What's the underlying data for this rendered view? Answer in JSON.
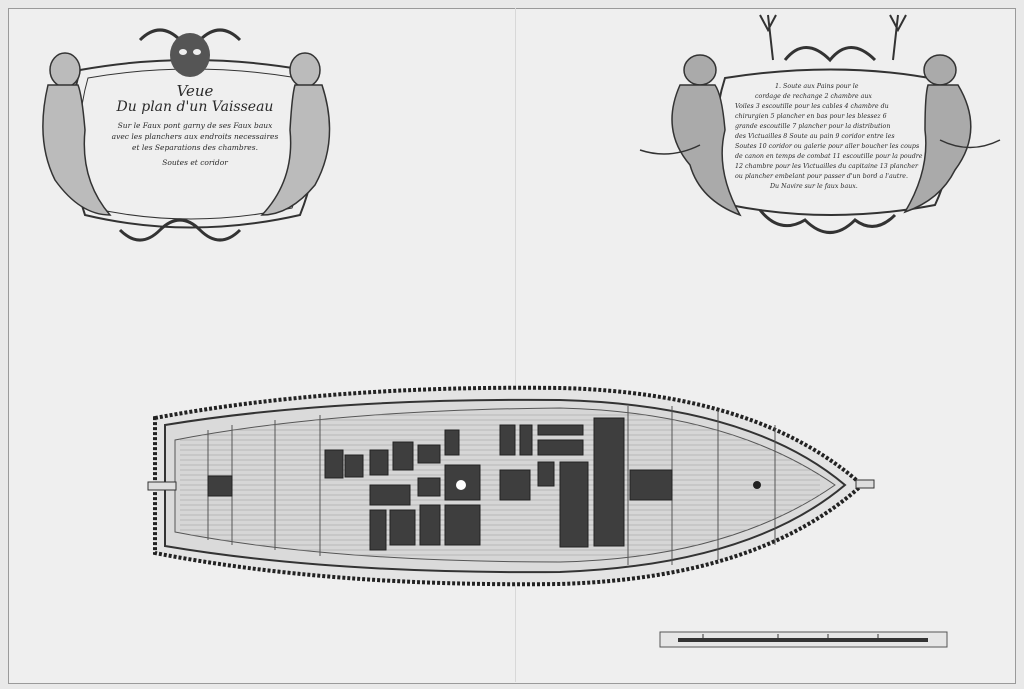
{
  "title_cartouche": {
    "title": "Veue",
    "subtitle": "Du plan d'un Vaisseau",
    "lines": [
      "Sur le Faux pont garny de ses Faux baux",
      "avec les planchers aux endroits necessaires",
      "et les Separations des chambres.",
      "Soutes et coridor"
    ]
  },
  "legend_cartouche": {
    "lines": [
      "1. Soute aux Pains pour le",
      "cordage de rechange 2 chambre aux",
      "Voiles 3 escoutille pour les cables 4 chambre du",
      "chirurgien 5 plancher en bas pour les blessez 6",
      "grande escoutille 7 plancher pour la distribution",
      "des Victuailles 8 Soute au pain 9 coridor entre les",
      "Soutes 10 coridor ou galerie pour aller boucher les coups",
      "de canon en temps de combat 11 escoutille pour la poudre",
      "12 chambre pour les Victuailles du capitaine 13 plancher",
      "ou plancher embelant pour passer d'un bord a l'autre.",
      "Du Navire sur le faux baux."
    ]
  },
  "colors": {
    "paper": "#efefef",
    "ink": "#2a2a2a",
    "hold": "#3e3e3e",
    "deck": "#d9d9d9"
  }
}
